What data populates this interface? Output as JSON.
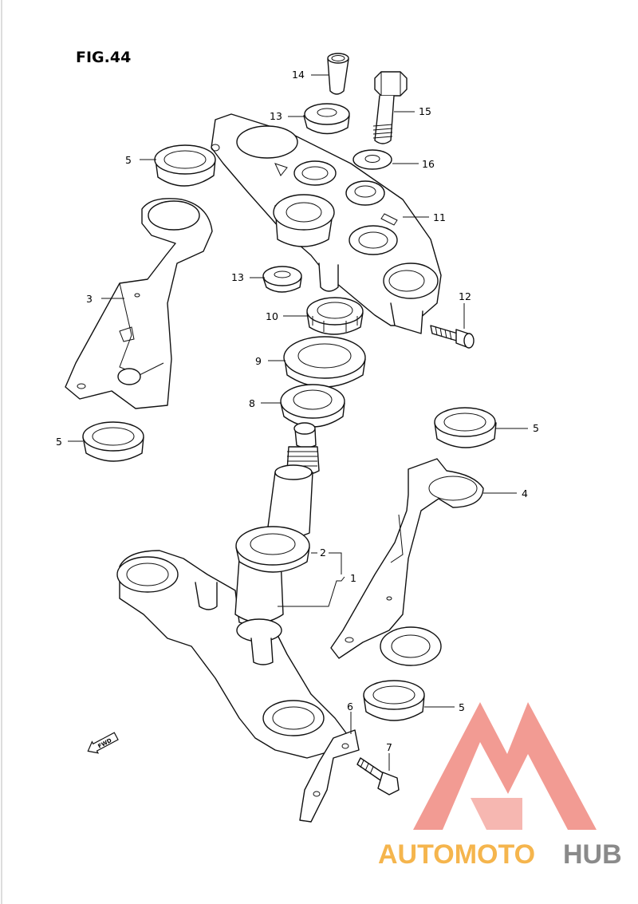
{
  "figure": {
    "title": "FIG.44"
  },
  "callouts": [
    {
      "id": "14",
      "label": "14"
    },
    {
      "id": "13a",
      "label": "13"
    },
    {
      "id": "15",
      "label": "15"
    },
    {
      "id": "16",
      "label": "16"
    },
    {
      "id": "5a",
      "label": "5"
    },
    {
      "id": "11",
      "label": "11"
    },
    {
      "id": "13b",
      "label": "13"
    },
    {
      "id": "3",
      "label": "3"
    },
    {
      "id": "12",
      "label": "12"
    },
    {
      "id": "10",
      "label": "10"
    },
    {
      "id": "9",
      "label": "9"
    },
    {
      "id": "8",
      "label": "8"
    },
    {
      "id": "5b",
      "label": "5"
    },
    {
      "id": "5c",
      "label": "5"
    },
    {
      "id": "4",
      "label": "4"
    },
    {
      "id": "2",
      "label": "2"
    },
    {
      "id": "1",
      "label": "1"
    },
    {
      "id": "6",
      "label": "6"
    },
    {
      "id": "7",
      "label": "7"
    },
    {
      "id": "5d",
      "label": "5"
    }
  ],
  "direction_marker": {
    "label": "FWD"
  },
  "watermark": {
    "part1": "AUTOMOTO",
    "part2": "HUB",
    "colors": {
      "logo": "#f08a80",
      "part1": "#f5b54d",
      "part2": "#8a8a8a"
    }
  }
}
